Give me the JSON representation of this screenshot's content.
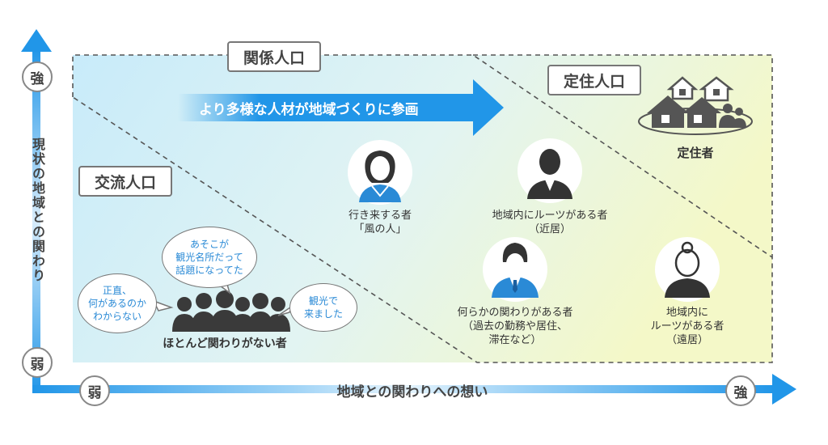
{
  "axes": {
    "y_label": "現状の地域との関わり",
    "y_strong": "強",
    "y_weak": "弱",
    "x_label": "地域との関わりへの想い",
    "x_weak": "弱",
    "x_strong": "強"
  },
  "zones": {
    "kankei": "関係人口",
    "teiju": "定住人口",
    "koryu": "交流人口"
  },
  "arrow_text": "より多様な人材が地域づくりに参画",
  "bubbles": {
    "b1": [
      "正直、",
      "何があるのか",
      "わからない"
    ],
    "b2": [
      "あそこが",
      "観光名所だって",
      "話題になってた"
    ],
    "b3": [
      "観光で",
      "来ました"
    ]
  },
  "crowd_label": "ほとんど関わりがない者",
  "persons": [
    {
      "lines": [
        "行き来する者",
        "「風の人」"
      ]
    },
    {
      "lines": [
        "地域内にルーツがある者",
        "（近居）"
      ]
    },
    {
      "lines": [
        "何らかの関わりがある者",
        "（過去の勤務や居住、",
        "滞在など）"
      ]
    },
    {
      "lines": [
        "地域内に",
        "ルーツがある者",
        "（遠居）"
      ]
    }
  ],
  "resident_label": "定住者",
  "colors": {
    "blue": "#2196e8",
    "yellow_green": "#eef7c8",
    "light_blue": "#cdeefa",
    "icon_dark": "#333333"
  }
}
